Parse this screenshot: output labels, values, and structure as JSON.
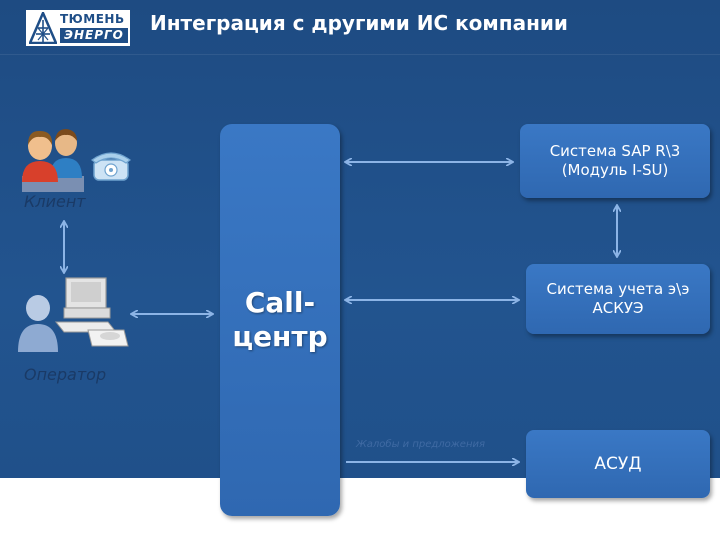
{
  "slide": {
    "title": "Интеграция с другими ИС компании"
  },
  "logo": {
    "line1": "ТЮМЕНЬ",
    "line2": "ЭНЕРГО"
  },
  "call_center": {
    "label_line1": "Call-",
    "label_line2": "центр"
  },
  "systems": {
    "sap_line1": "Система SAP R\\3",
    "sap_line2": "(Модуль I-SU)",
    "askue_line1": "Система учета э\\э",
    "askue_line2": "АСКУЭ",
    "asud": "АСУД"
  },
  "labels": {
    "client": "Клиент",
    "operator": "Оператор",
    "asud_link": "Жалобы и предложения"
  },
  "colors": {
    "background": "#1f4e87",
    "box": "#3270b9",
    "arrow": "#6f9fd8"
  }
}
